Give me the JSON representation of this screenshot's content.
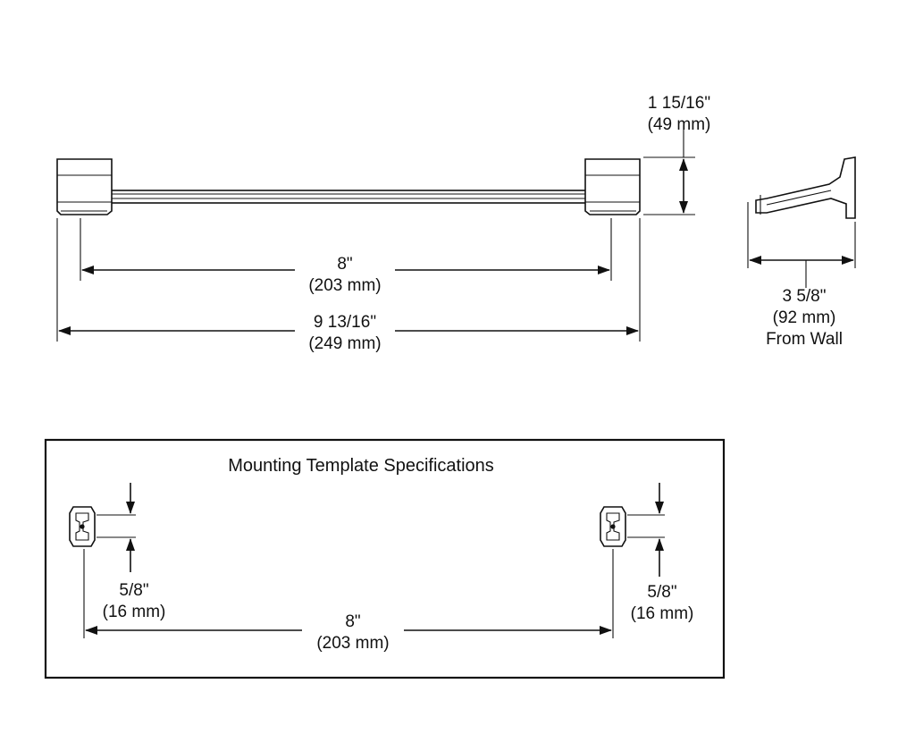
{
  "front_view": {
    "height": {
      "imperial": "1 15/16\"",
      "metric": "(49 mm)"
    },
    "center_to_center": {
      "imperial": "8\"",
      "metric": "(203 mm)"
    },
    "overall_length": {
      "imperial": "9 13/16\"",
      "metric": "(249 mm)"
    }
  },
  "side_view": {
    "projection": {
      "imperial": "3 5/8\"",
      "metric": "(92 mm)",
      "note": "From Wall"
    }
  },
  "template": {
    "title": "Mounting Template Specifications",
    "left_offset": {
      "imperial": "5/8\"",
      "metric": "(16 mm)"
    },
    "right_offset": {
      "imperial": "5/8\"",
      "metric": "(16 mm)"
    },
    "center_to_center": {
      "imperial": "8\"",
      "metric": "(203 mm)"
    }
  }
}
